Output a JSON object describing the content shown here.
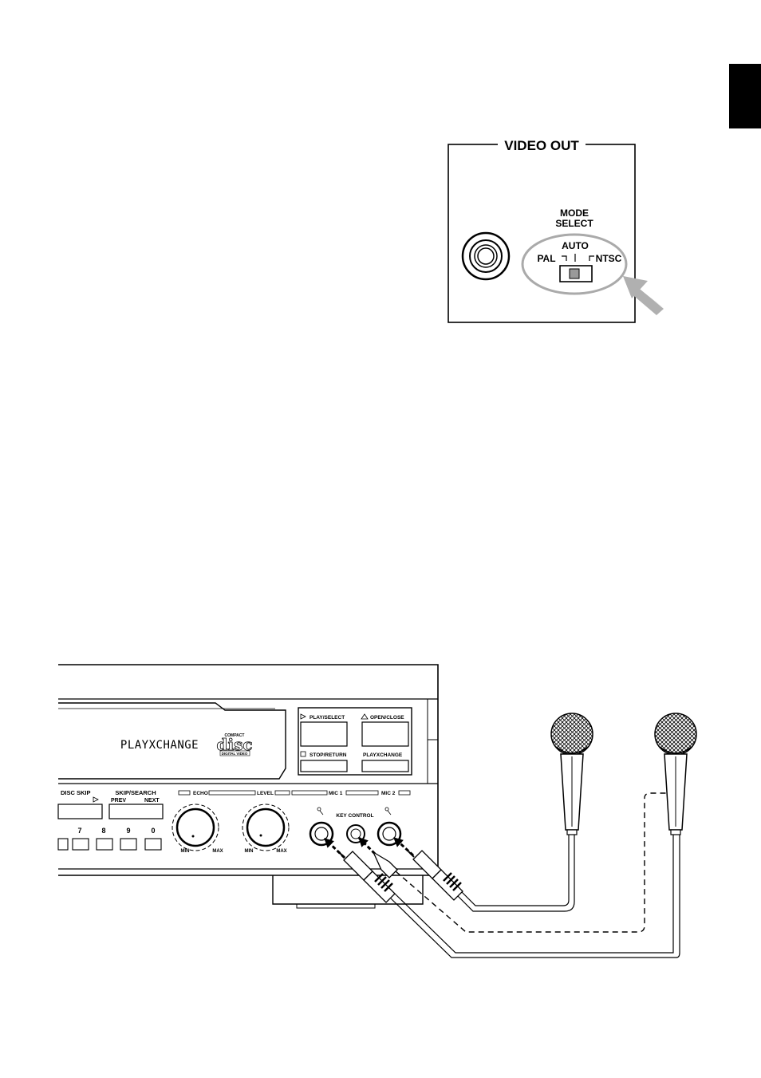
{
  "video_out": {
    "title": "VIDEO OUT",
    "mode_select_line1": "MODE",
    "mode_select_line2": "SELECT",
    "auto": "AUTO",
    "pal": "PAL",
    "ntsc": "NTSC"
  },
  "player": {
    "logo_text": "PLAYXCHANGE",
    "disc_logo": {
      "top": "COMPACT",
      "main": "disc",
      "bottom": "DIGITAL VIDEO"
    },
    "buttons": {
      "play_select": "PLAY/SELECT",
      "open_close": "OPEN/CLOSE",
      "stop_return": "STOP/RETURN",
      "playxchange": "PLAYXCHANGE"
    },
    "disc_skip": "DISC SKIP",
    "skip_search": "SKIP/SEARCH",
    "prev": "PREV",
    "next": "NEXT",
    "number_keys": [
      "7",
      "8",
      "9",
      "0"
    ],
    "echo": "ECHO",
    "level": "LEVEL",
    "mic1": "MIC 1",
    "mic2": "MIC 2",
    "key_control": "KEY CONTROL",
    "min": "MIN",
    "max": "MAX"
  }
}
